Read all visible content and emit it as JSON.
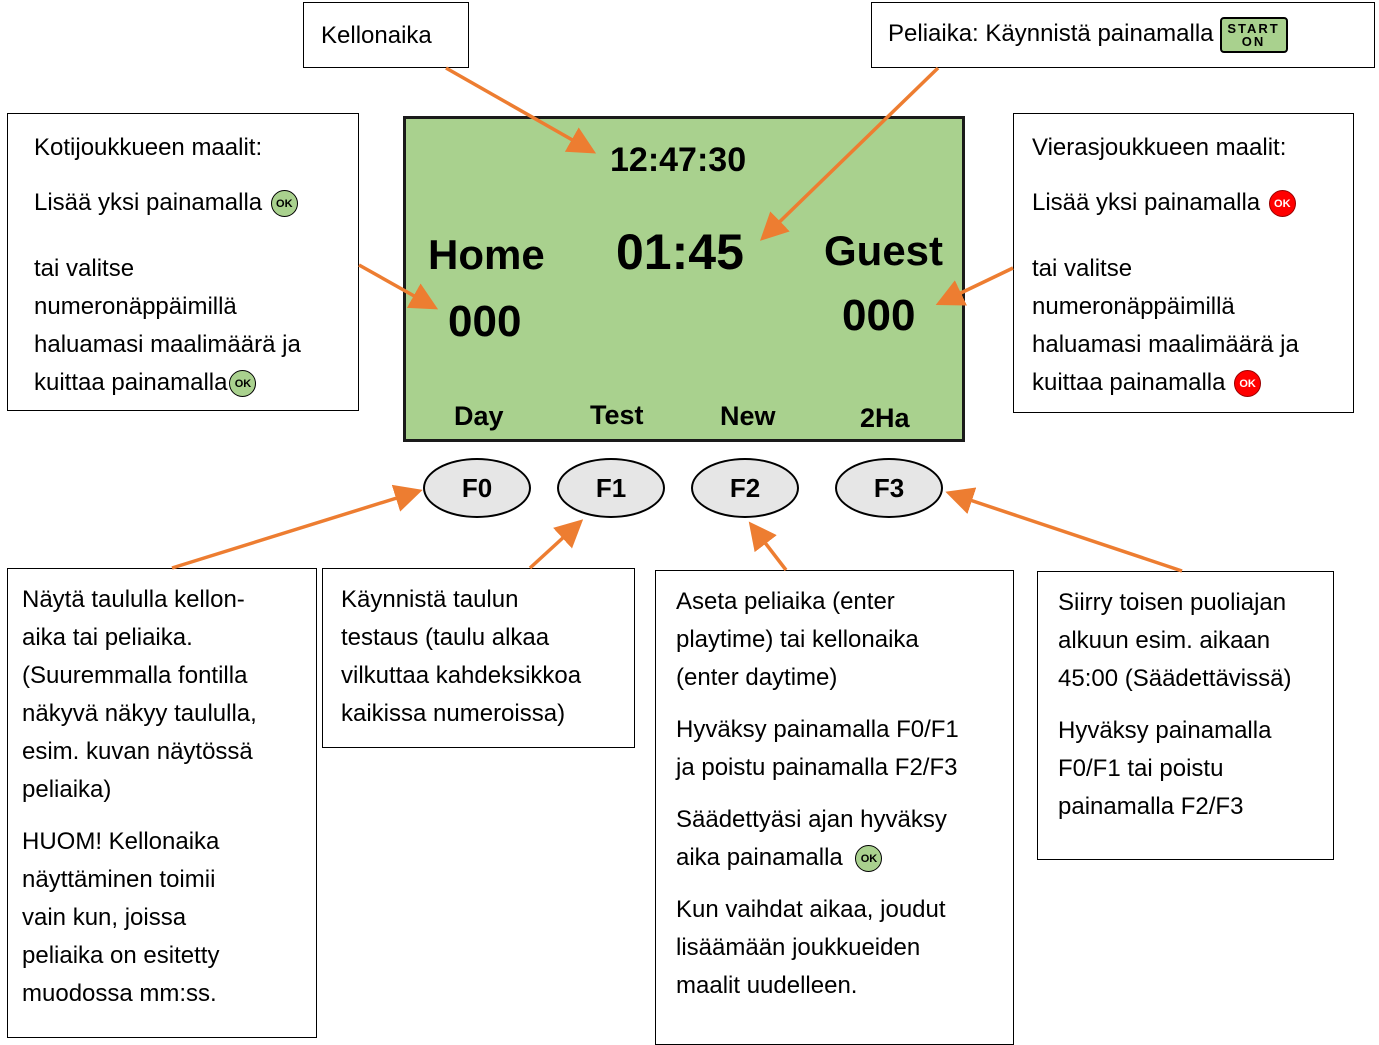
{
  "callouts": {
    "kellonaika": "Kellonaika",
    "peliaika": "Peliaika: Käynnistä painamalla",
    "home": {
      "title": "Kotijoukkueen maalit:",
      "add": "Lisää yksi painamalla",
      "lines": [
        "tai valitse",
        "numeronäppäimillä",
        "haluamasi maalimäärä ja"
      ],
      "confirm": "kuittaa painamalla"
    },
    "guest": {
      "title": "Vierasjoukkueen maalit:",
      "add": "Lisää yksi painamalla",
      "lines": [
        "tai valitse",
        "numeronäppäimillä",
        "haluamasi maalimäärä ja"
      ],
      "confirm": "kuittaa painamalla"
    }
  },
  "buttons": {
    "ok": "OK",
    "start_top": "START",
    "start_bottom": "ON"
  },
  "display": {
    "clock": "12:47:30",
    "playtime": "01:45",
    "home_label": "Home",
    "guest_label": "Guest",
    "home_score": "000",
    "guest_score": "000",
    "softkeys": [
      "Day",
      "Test",
      "New",
      "2Ha"
    ]
  },
  "function_keys": [
    "F0",
    "F1",
    "F2",
    "F3"
  ],
  "descriptions": {
    "f0": {
      "p1": [
        "Näytä taululla kellon-",
        "aika tai peliaika.",
        "(Suuremmalla fontilla",
        "näkyvä näkyy taululla,",
        "esim. kuvan näytössä",
        "peliaika)"
      ],
      "p2": [
        "HUOM! Kellonaika",
        "näyttäminen  toimii",
        "vain kun, joissa",
        "peliaika on esitetty",
        "muodossa mm:ss."
      ]
    },
    "f1": {
      "p1": [
        "Käynnistä taulun",
        "testaus (taulu alkaa",
        "vilkuttaa kahdeksikkoa",
        "kaikissa numeroissa)"
      ]
    },
    "f2": {
      "p1": [
        "Aseta peliaika (enter",
        "playtime) tai kellonaika",
        "(enter daytime)"
      ],
      "p2": [
        "Hyväksy painamalla F0/F1",
        "ja poistu painamalla F2/F3"
      ],
      "p3": [
        "Säädettyäsi ajan hyväksy"
      ],
      "p3_last": "aika painamalla",
      "p4": [
        "Kun vaihdat aikaa, joudut",
        "lisäämään joukkueiden",
        "maalit uudelleen."
      ]
    },
    "f3": {
      "p1": [
        "Siirry toisen puoliajan",
        "alkuun esim. aikaan",
        "45:00 (Säädettävissä)"
      ],
      "p2": [
        "Hyväksy painamalla",
        "F0/F1 tai poistu",
        "painamalla F2/F3"
      ]
    }
  },
  "colors": {
    "lcd": "#a9d18e",
    "arrow": "#ed7d31",
    "ok_green": "#a9d18e",
    "ok_red": "#ff0000",
    "key_fill": "#e6e6e6"
  }
}
